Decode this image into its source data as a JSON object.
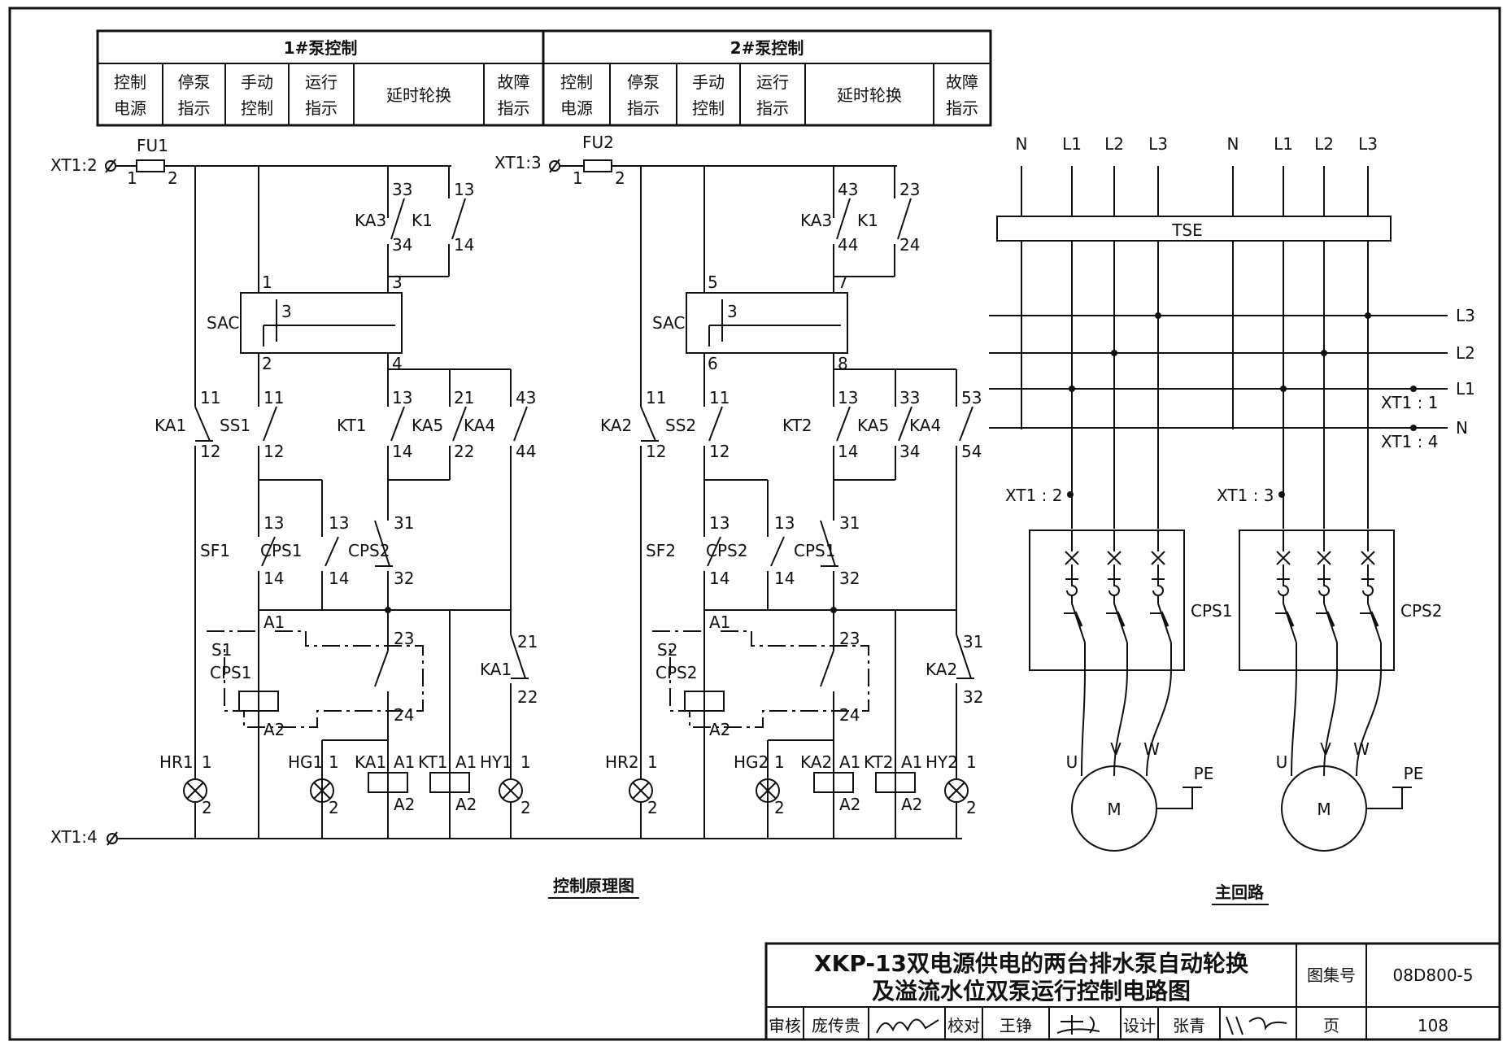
{
  "header": {
    "pump1": "1#泵控制",
    "pump2": "2#泵控制",
    "pump1_cols": [
      [
        "控制",
        "电源"
      ],
      [
        "停泵",
        "指示"
      ],
      [
        "手动",
        "控制"
      ],
      [
        "运行",
        "指示"
      ],
      [
        "延时轮换"
      ],
      [
        "故障",
        "指示"
      ]
    ],
    "pump2_cols": [
      [
        "控制",
        "电源"
      ],
      [
        "停泵",
        "指示"
      ],
      [
        "手动",
        "控制"
      ],
      [
        "运行",
        "指示"
      ],
      [
        "延时轮换"
      ],
      [
        "故障",
        "指示"
      ]
    ]
  },
  "control": {
    "xt_top1": "XT1:2",
    "xt_top2": "XT1:3",
    "xt_bottom": "XT1:4",
    "fu1": "FU1",
    "fu2": "FU2",
    "sac": "SAC",
    "left": {
      "ka3": "KA3",
      "k1": "K1",
      "c33": "33",
      "c13": "13",
      "c34": "34",
      "c14": "14",
      "s1": "1",
      "s3": "3",
      "s3b": "3",
      "s2": "2",
      "s4": "4",
      "ka1": "KA1",
      "ss1": "SS1",
      "kt1": "KT1",
      "ka5": "KA5",
      "ka4": "KA4",
      "r11a": "11",
      "r11b": "11",
      "r13": "13",
      "r21": "21",
      "r43": "43",
      "r12a": "12",
      "r12b": "12",
      "r14": "14",
      "r22": "22",
      "r44": "44",
      "t13a": "13",
      "t13b": "13",
      "t31": "31",
      "sf1": "SF1",
      "cps1": "CPS1",
      "cps2": "CPS2",
      "b14a": "14",
      "b14b": "14",
      "b32": "32",
      "a1": "A1",
      "a2": "A2",
      "k23": "23",
      "k24": "24",
      "s1c": "S1",
      "cpsc": "CPS1",
      "ka1b": "KA1",
      "k21": "21",
      "k22": "22",
      "hr": "HR1",
      "hg": "HG1",
      "kac": "KA1",
      "ktc": "KT1",
      "hy": "HY1"
    },
    "right": {
      "ka3": "KA3",
      "k1": "K1",
      "c33": "43",
      "c13": "23",
      "c34": "44",
      "c14": "24",
      "s1": "5",
      "s3": "7",
      "s3b": "3",
      "s2": "6",
      "s4": "8",
      "ka1": "KA2",
      "ss1": "SS2",
      "kt1": "KT2",
      "ka5": "KA5",
      "ka4": "KA4",
      "r11a": "11",
      "r11b": "11",
      "r13": "13",
      "r21": "33",
      "r43": "53",
      "r12a": "12",
      "r12b": "12",
      "r14": "14",
      "r22": "34",
      "r44": "54",
      "t13a": "13",
      "t13b": "13",
      "t31": "31",
      "sf1": "SF2",
      "cps1": "CPS2",
      "cps2": "CPS1",
      "b14a": "14",
      "b14b": "14",
      "b32": "32",
      "a1": "A1",
      "a2": "A2",
      "k23": "23",
      "k24": "24",
      "s1c": "S2",
      "cpsc": "CPS2",
      "ka1b": "KA2",
      "k21": "31",
      "k22": "32",
      "hr": "HR2",
      "hg": "HG2",
      "kac": "KA2",
      "ktc": "KT2",
      "hy": "HY2"
    },
    "pin1": "1",
    "pin2": "2",
    "pinA1": "A1",
    "pinA2": "A2"
  },
  "main": {
    "n": "N",
    "l1": "L1",
    "l2": "L2",
    "l3": "L3",
    "tse": "TSE",
    "bus_l3": "L3",
    "bus_l2": "L2",
    "bus_l1": "L1",
    "bus_n": "N",
    "xt11": "XT1 : 1",
    "xt14": "XT1 : 4",
    "xt12": "XT1 : 2",
    "xt13": "XT1 : 3",
    "cps1": "CPS1",
    "cps2": "CPS2",
    "u": "U",
    "v": "V",
    "w": "W",
    "pe": "PE",
    "m": "M"
  },
  "captions": {
    "control": "控制原理图",
    "main": "主回路"
  },
  "title_block": {
    "title1": "XKP-13双电源供电的两台排水泵自动轮换",
    "title2": "及溢流水位双泵运行控制电路图",
    "atlas_label": "图集号",
    "atlas_no": "08D800-5",
    "review": "审核",
    "reviewer": "庞传贵",
    "check": "校对",
    "checker": "王铮",
    "design": "设计",
    "designer": "张青",
    "page_label": "页",
    "page_no": "108"
  }
}
